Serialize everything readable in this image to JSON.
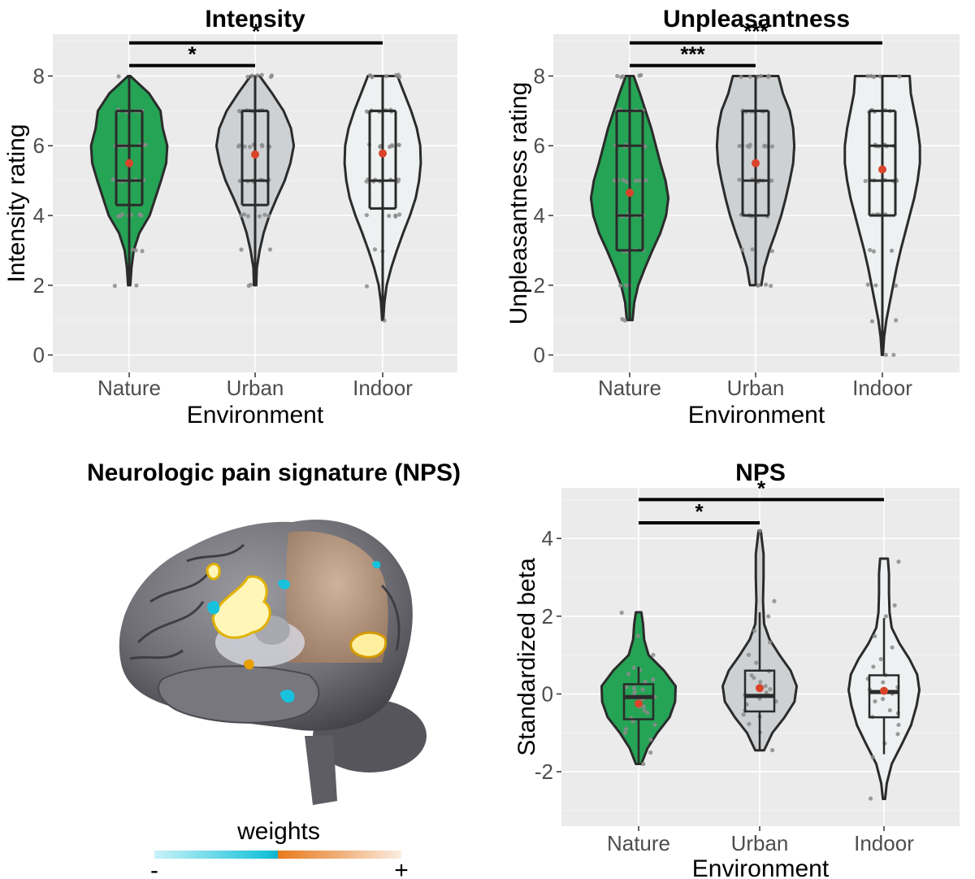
{
  "colors": {
    "panel_bg": "#EBEBEB",
    "grid_major": "#FFFFFF",
    "grid_minor": "#F4F4F4",
    "nature": "#25A455",
    "urban": "#CDD1D3",
    "indoor": "#EEF1F2",
    "outline": "#2B2B2B",
    "jitter": "#8C8C8C",
    "mean": "#D9442A",
    "weights_gradient": [
      "#C9F2F8",
      "#1CC3DA",
      "#0FB1CC",
      "#E87A1C",
      "#F0B07A",
      "#FBEDE0"
    ]
  },
  "chart_data": [
    {
      "id": "intensity",
      "type": "violin",
      "title": "Intensity",
      "xlabel": "Environment",
      "ylabel": "Intensity rating",
      "categories": [
        "Nature",
        "Urban",
        "Indoor"
      ],
      "ylim": [
        -0.5,
        9.2
      ],
      "yticks": [
        0,
        2,
        4,
        6,
        8
      ],
      "grid": true,
      "summary": "errorbar",
      "means": [
        5.5,
        5.75,
        5.78
      ],
      "range": [
        [
          2,
          8
        ],
        [
          2,
          8
        ],
        [
          1,
          8
        ]
      ],
      "interval": [
        [
          4.3,
          7.0
        ],
        [
          4.3,
          7.0
        ],
        [
          4.2,
          7.0
        ]
      ],
      "inner_box": [
        [
          5.0,
          6.0
        ],
        [
          5.0,
          7.0
        ],
        [
          5.0,
          7.0
        ]
      ],
      "density": [
        [
          [
            2.0,
            0.02
          ],
          [
            2.5,
            0.04
          ],
          [
            3.0,
            0.08
          ],
          [
            3.5,
            0.18
          ],
          [
            4.0,
            0.36
          ],
          [
            4.5,
            0.46
          ],
          [
            5.0,
            0.56
          ],
          [
            5.5,
            0.65
          ],
          [
            6.0,
            0.67
          ],
          [
            6.5,
            0.59
          ],
          [
            7.0,
            0.55
          ],
          [
            7.5,
            0.35
          ],
          [
            8.0,
            0.02
          ]
        ],
        [
          [
            2.0,
            0.02
          ],
          [
            2.5,
            0.03
          ],
          [
            3.0,
            0.08
          ],
          [
            3.5,
            0.15
          ],
          [
            4.0,
            0.25
          ],
          [
            4.5,
            0.38
          ],
          [
            5.0,
            0.52
          ],
          [
            5.5,
            0.62
          ],
          [
            6.0,
            0.68
          ],
          [
            6.5,
            0.63
          ],
          [
            7.0,
            0.5
          ],
          [
            7.5,
            0.3
          ],
          [
            8.0,
            0.08
          ]
        ],
        [
          [
            1.0,
            0.01
          ],
          [
            1.5,
            0.03
          ],
          [
            2.0,
            0.07
          ],
          [
            2.5,
            0.15
          ],
          [
            3.0,
            0.25
          ],
          [
            3.5,
            0.36
          ],
          [
            4.0,
            0.48
          ],
          [
            4.5,
            0.58
          ],
          [
            5.0,
            0.64
          ],
          [
            5.5,
            0.67
          ],
          [
            6.0,
            0.66
          ],
          [
            6.5,
            0.6
          ],
          [
            7.0,
            0.5
          ],
          [
            7.5,
            0.38
          ],
          [
            8.0,
            0.26
          ]
        ]
      ],
      "significance": [
        {
          "from": 0,
          "to": 1,
          "label": "*",
          "y": 8.3
        },
        {
          "from": 0,
          "to": 2,
          "label": "*",
          "y": 8.95
        }
      ],
      "points": [
        [
          2,
          2,
          3,
          3,
          3,
          4,
          4,
          4,
          4,
          4,
          4,
          4,
          4,
          5,
          5,
          5,
          5,
          5,
          5,
          5,
          5,
          5,
          5,
          5,
          6,
          6,
          6,
          6,
          6,
          6,
          6,
          6,
          6,
          6,
          7,
          7,
          7,
          7,
          7,
          7,
          7,
          7,
          8
        ],
        [
          2,
          2,
          3,
          3,
          4,
          4,
          4,
          4,
          4,
          4,
          5,
          5,
          5,
          5,
          5,
          5,
          5,
          5,
          5,
          6,
          6,
          6,
          6,
          6,
          6,
          6,
          6,
          6,
          6,
          7,
          7,
          7,
          7,
          7,
          7,
          7,
          7,
          8,
          8,
          8,
          8,
          8,
          8,
          8
        ],
        [
          1,
          2,
          3,
          3,
          4,
          4,
          4,
          4,
          4,
          5,
          5,
          5,
          5,
          5,
          5,
          5,
          5,
          6,
          6,
          6,
          6,
          6,
          6,
          6,
          6,
          7,
          7,
          7,
          7,
          7,
          7,
          7,
          7,
          8,
          8,
          8,
          8,
          8,
          8,
          8
        ]
      ]
    },
    {
      "id": "unpleasantness",
      "type": "violin",
      "title": "Unpleasantness",
      "xlabel": "Environment",
      "ylabel": "Unpleasantness rating",
      "categories": [
        "Nature",
        "Urban",
        "Indoor"
      ],
      "ylim": [
        -0.5,
        9.2
      ],
      "yticks": [
        0,
        2,
        4,
        6,
        8
      ],
      "grid": true,
      "summary": "errorbar",
      "means": [
        4.65,
        5.5,
        5.32
      ],
      "range": [
        [
          1,
          8
        ],
        [
          2,
          8
        ],
        [
          0,
          8
        ]
      ],
      "interval": [
        [
          3.0,
          7.0
        ],
        [
          4.0,
          7.0
        ],
        [
          4.0,
          7.0
        ]
      ],
      "inner_box": [
        [
          4.0,
          6.0
        ],
        [
          5.0,
          7.0
        ],
        [
          5.0,
          6.0
        ]
      ],
      "density": [
        [
          [
            1.0,
            0.05
          ],
          [
            1.5,
            0.08
          ],
          [
            2.0,
            0.15
          ],
          [
            2.5,
            0.27
          ],
          [
            3.0,
            0.4
          ],
          [
            3.5,
            0.54
          ],
          [
            4.0,
            0.64
          ],
          [
            4.5,
            0.68
          ],
          [
            5.0,
            0.63
          ],
          [
            5.5,
            0.54
          ],
          [
            6.0,
            0.46
          ],
          [
            6.5,
            0.38
          ],
          [
            7.0,
            0.28
          ],
          [
            7.5,
            0.18
          ],
          [
            8.0,
            0.07
          ]
        ],
        [
          [
            2.0,
            0.1
          ],
          [
            2.5,
            0.15
          ],
          [
            3.0,
            0.24
          ],
          [
            3.5,
            0.35
          ],
          [
            4.0,
            0.45
          ],
          [
            4.5,
            0.53
          ],
          [
            5.0,
            0.6
          ],
          [
            5.5,
            0.66
          ],
          [
            6.0,
            0.68
          ],
          [
            6.5,
            0.66
          ],
          [
            7.0,
            0.6
          ],
          [
            7.5,
            0.48
          ],
          [
            8.0,
            0.4
          ]
        ],
        [
          [
            0.0,
            0.01
          ],
          [
            0.5,
            0.03
          ],
          [
            1.0,
            0.07
          ],
          [
            1.5,
            0.13
          ],
          [
            2.0,
            0.19
          ],
          [
            2.5,
            0.25
          ],
          [
            3.0,
            0.32
          ],
          [
            3.5,
            0.4
          ],
          [
            4.0,
            0.48
          ],
          [
            4.5,
            0.56
          ],
          [
            5.0,
            0.62
          ],
          [
            5.5,
            0.66
          ],
          [
            6.0,
            0.66
          ],
          [
            6.5,
            0.62
          ],
          [
            7.0,
            0.56
          ],
          [
            7.5,
            0.5
          ],
          [
            8.0,
            0.48
          ]
        ]
      ],
      "significance": [
        {
          "from": 0,
          "to": 1,
          "label": "***",
          "y": 8.3
        },
        {
          "from": 0,
          "to": 2,
          "label": "***",
          "y": 8.95
        }
      ],
      "points": [
        [
          1,
          1,
          2,
          2,
          2,
          3,
          3,
          3,
          3,
          3,
          4,
          4,
          4,
          4,
          4,
          4,
          4,
          4,
          4,
          5,
          5,
          5,
          5,
          5,
          5,
          5,
          5,
          6,
          6,
          6,
          6,
          6,
          6,
          7,
          7,
          7,
          7,
          7,
          8,
          8,
          8,
          8,
          8
        ],
        [
          2,
          2,
          2,
          2,
          3,
          3,
          3,
          4,
          4,
          4,
          4,
          4,
          4,
          5,
          5,
          5,
          5,
          5,
          5,
          5,
          5,
          6,
          6,
          6,
          6,
          6,
          6,
          6,
          6,
          6,
          7,
          7,
          7,
          7,
          7,
          7,
          7,
          8,
          8,
          8,
          8,
          8,
          8
        ],
        [
          0,
          0,
          1,
          1,
          2,
          2,
          2,
          3,
          3,
          3,
          4,
          4,
          4,
          4,
          4,
          5,
          5,
          5,
          5,
          5,
          5,
          5,
          6,
          6,
          6,
          6,
          6,
          6,
          6,
          7,
          7,
          7,
          7,
          7,
          7,
          8,
          8,
          8,
          8,
          8,
          8,
          8
        ]
      ]
    },
    {
      "id": "nps",
      "type": "violin",
      "title": "NPS",
      "xlabel": "Environment",
      "ylabel": "Standardized beta",
      "categories": [
        "Nature",
        "Urban",
        "Indoor"
      ],
      "ylim": [
        -3.4,
        5.3
      ],
      "yticks": [
        -2,
        0,
        2,
        4
      ],
      "grid": true,
      "summary": "boxplot",
      "means": [
        -0.25,
        0.15,
        0.08
      ],
      "range": [
        [
          -1.8,
          2.1
        ],
        [
          -1.45,
          4.2
        ],
        [
          -2.7,
          3.48
        ]
      ],
      "box": [
        {
          "q1": -0.65,
          "median": -0.08,
          "q3": 0.25,
          "whisker_low": -1.8,
          "whisker_high": 0.7
        },
        {
          "q1": -0.45,
          "median": -0.05,
          "q3": 0.6,
          "whisker_low": -1.45,
          "whisker_high": 2.1
        },
        {
          "q1": -0.6,
          "median": 0.05,
          "q3": 0.48,
          "whisker_low": -1.55,
          "whisker_high": 1.95
        }
      ],
      "density": [
        [
          [
            -1.8,
            0.05
          ],
          [
            -1.4,
            0.16
          ],
          [
            -1.0,
            0.34
          ],
          [
            -0.6,
            0.56
          ],
          [
            -0.2,
            0.66
          ],
          [
            0.2,
            0.67
          ],
          [
            0.6,
            0.46
          ],
          [
            1.0,
            0.18
          ],
          [
            1.4,
            0.1
          ],
          [
            1.8,
            0.08
          ],
          [
            2.1,
            0.05
          ]
        ],
        [
          [
            -1.45,
            0.08
          ],
          [
            -1.0,
            0.23
          ],
          [
            -0.6,
            0.45
          ],
          [
            -0.2,
            0.63
          ],
          [
            0.2,
            0.67
          ],
          [
            0.6,
            0.56
          ],
          [
            1.0,
            0.36
          ],
          [
            1.4,
            0.18
          ],
          [
            1.8,
            0.08
          ],
          [
            2.4,
            0.06
          ],
          [
            3.0,
            0.07
          ],
          [
            3.6,
            0.07
          ],
          [
            4.2,
            0.02
          ]
        ],
        [
          [
            -2.7,
            0.02
          ],
          [
            -2.3,
            0.05
          ],
          [
            -1.8,
            0.14
          ],
          [
            -1.3,
            0.32
          ],
          [
            -0.8,
            0.49
          ],
          [
            -0.3,
            0.59
          ],
          [
            0.1,
            0.64
          ],
          [
            0.5,
            0.6
          ],
          [
            0.9,
            0.46
          ],
          [
            1.3,
            0.28
          ],
          [
            1.7,
            0.14
          ],
          [
            2.1,
            0.1
          ],
          [
            2.6,
            0.09
          ],
          [
            3.1,
            0.09
          ],
          [
            3.48,
            0.07
          ]
        ]
      ],
      "significance": [
        {
          "from": 0,
          "to": 1,
          "label": "*",
          "y": 4.4
        },
        {
          "from": 0,
          "to": 2,
          "label": "*",
          "y": 5.0
        }
      ],
      "points": [
        [
          -1.8,
          -1.5,
          -1.2,
          -1.0,
          -0.9,
          -0.8,
          -0.7,
          -0.6,
          -0.5,
          -0.4,
          -0.35,
          -0.3,
          -0.2,
          -0.15,
          -0.1,
          -0.05,
          0.0,
          0.05,
          0.1,
          0.15,
          0.2,
          0.3,
          0.4,
          0.5,
          0.6,
          0.7,
          1.0,
          1.5,
          2.1
        ],
        [
          -1.45,
          -1.0,
          -0.8,
          -0.6,
          -0.5,
          -0.4,
          -0.3,
          -0.2,
          -0.1,
          0.0,
          0.05,
          0.1,
          0.2,
          0.3,
          0.4,
          0.5,
          0.6,
          0.8,
          1.0,
          1.3,
          1.6,
          2.0,
          2.4,
          4.2
        ],
        [
          -2.7,
          -1.6,
          -1.3,
          -1.0,
          -0.8,
          -0.6,
          -0.5,
          -0.4,
          -0.2,
          -0.1,
          0.0,
          0.1,
          0.2,
          0.3,
          0.4,
          0.5,
          0.7,
          0.9,
          1.2,
          1.5,
          2.0,
          2.3,
          3.4
        ]
      ]
    }
  ],
  "brain_panel": {
    "title": "Neurologic pain signature (NPS)",
    "legend_title": "weights",
    "legend_min": "-",
    "legend_max": "+"
  }
}
